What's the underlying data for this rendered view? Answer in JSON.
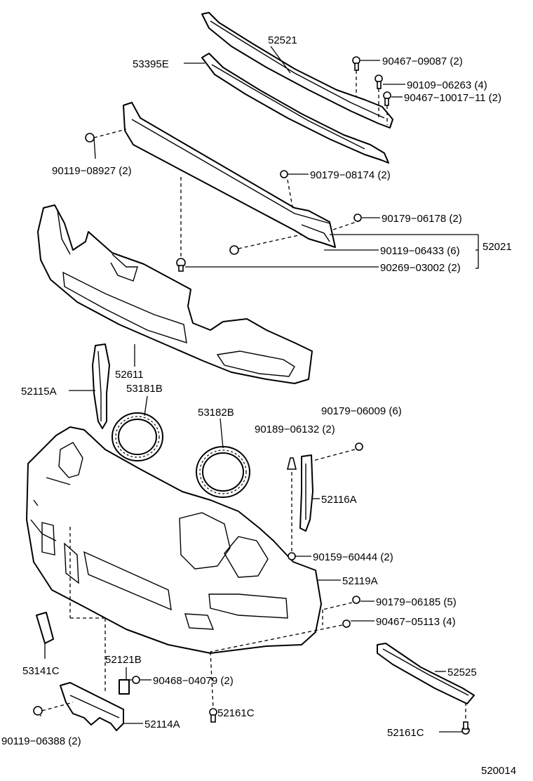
{
  "labels": {
    "p52521": "52521",
    "p53395E": "53395E",
    "p90467_09087": "90467−09087 (2)",
    "p90109_06263": "90109−06263 (4)",
    "p90467_10017": "90467−10017−11 (2)",
    "p90119_08927": "90119−08927 (2)",
    "p90179_08174": "90179−08174 (2)",
    "p90179_06178": "90179−06178 (2)",
    "p52021": "52021",
    "p90119_06433": "90119−06433 (6)",
    "p90269_03002": "90269−03002 (2)",
    "p52611": "52611",
    "p52115A": "52115A",
    "p53181B": "53181B",
    "p53182B": "53182B",
    "p90179_06009": "90179−06009 (6)",
    "p90189_06132": "90189−06132 (2)",
    "p52116A": "52116A",
    "p90159_60444": "90159−60444 (2)",
    "p52119A": "52119A",
    "p90179_06185": "90179−06185 (5)",
    "p90467_05113": "90467−05113 (4)",
    "p52525": "52525",
    "p53141C": "53141C",
    "p52121B": "52121B",
    "p90468_04079": "90468−04079 (2)",
    "p52161C_a": "52161C",
    "p52114A": "52114A",
    "p90119_06388": "90119−06388 (2)",
    "p52161C_b": "52161C",
    "figure_code": "520014"
  }
}
